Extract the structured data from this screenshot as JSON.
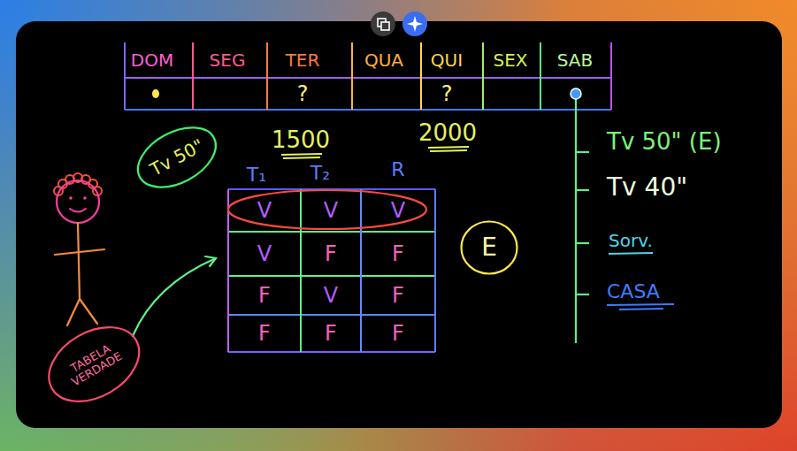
{
  "diagram": {
    "nodes": [
      {
        "text": [
          "Tv 50\""
        ]
      },
      {
        "text": [
          "E"
        ]
      },
      {
        "text": [
          "TABELA VERDADE"
        ]
      }
    ],
    "labels": [
      "DOM",
      "SEG",
      "TER",
      "QUA",
      "QUI",
      "SEX",
      "SAB",
      "?",
      "?",
      "1500",
      "2000",
      "T₁",
      "T₂",
      "R",
      "V",
      "V",
      "V",
      "V",
      "F",
      "F",
      "F",
      "V",
      "F",
      "F",
      "F",
      "F",
      "Tv 50\" (E)",
      "Tv 40\"",
      "Sorv.",
      "CASA"
    ]
  }
}
